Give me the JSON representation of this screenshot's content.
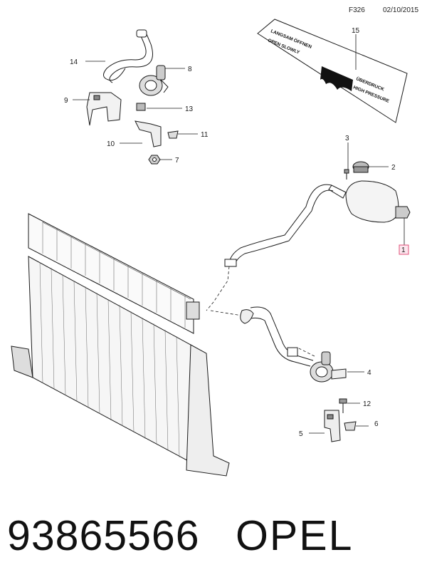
{
  "header": {
    "code": "F326",
    "date": "02/10/2015"
  },
  "callouts": {
    "c1": "1",
    "c2": "2",
    "c3": "3",
    "c4": "4",
    "c5": "5",
    "c6": "6",
    "c7": "7",
    "c8": "8",
    "c9": "9",
    "c10": "10",
    "c11": "11",
    "c12": "12",
    "c13": "13",
    "c14": "14",
    "c15": "15"
  },
  "warning_label": {
    "line1": "LANGSAM ÖFFNEN",
    "line2": "OPEN SLOWLY",
    "line3": "ÜBERDRUCK",
    "line4": "HIGH PRESSURE"
  },
  "footer": {
    "part_number": "93865566",
    "brand": "OPEL"
  },
  "colors": {
    "highlight": "#e0507a",
    "line": "#1a1a1a"
  }
}
